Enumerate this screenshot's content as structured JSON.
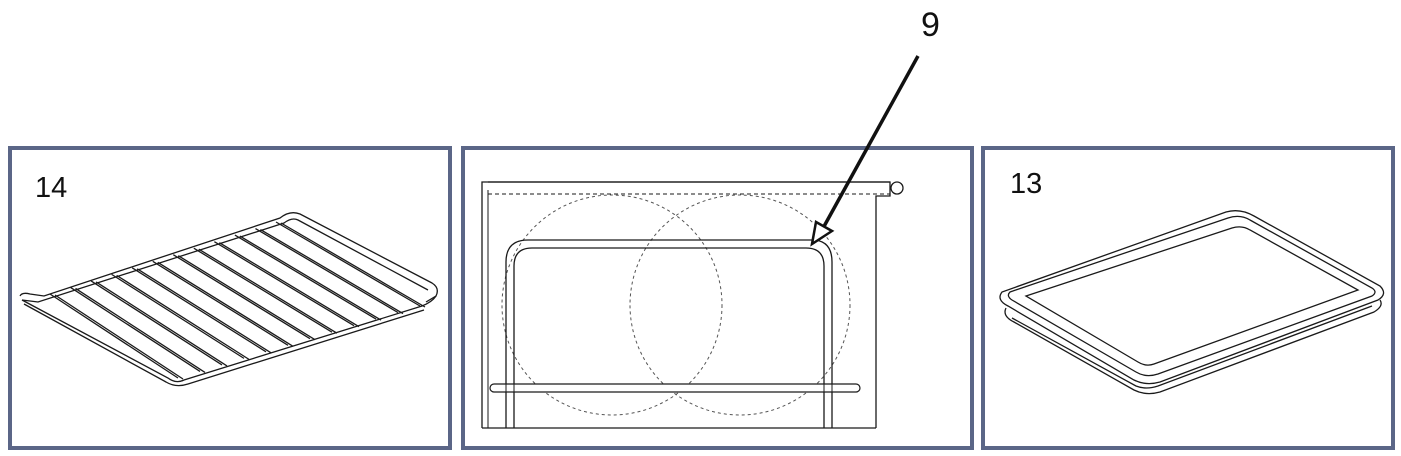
{
  "panels": {
    "wire_rack": {
      "label": "14",
      "icon": "wire-rack-icon"
    },
    "oven_interior": {
      "callout": "9",
      "icon": "oven-interior-icon"
    },
    "baking_tray": {
      "label": "13",
      "icon": "baking-tray-icon"
    }
  },
  "colors": {
    "frame": "#5b6687",
    "line": "#1a1a1a",
    "dashed": "#444444"
  }
}
